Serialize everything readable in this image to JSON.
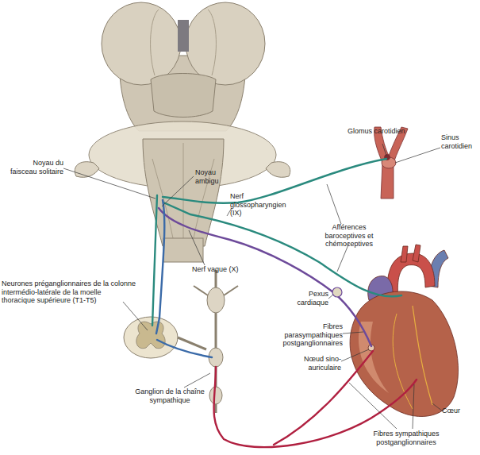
{
  "diagram": {
    "labels": [
      "Noyau du faisceau solitaire",
      "Noyau ambigu",
      "Nerf glossopharyngien (IX)",
      "Glomus carotidien",
      "Sinus carotidien",
      "Afférences baroceptives et chémoceptives",
      "Nerf vague (X)",
      "Neurones préganglionnaires de la colonne intermédio-latérale de la moelle thoracique supérieure (T1-T5)",
      "Pexus cardiaque",
      "Fibres parasympathiques postganglionnaires",
      "Nœud sino-auriculaire",
      "Ganglion de la chaîne sympathique",
      "Cœur",
      "Fibres sympathiques postganglionnaires"
    ]
  }
}
